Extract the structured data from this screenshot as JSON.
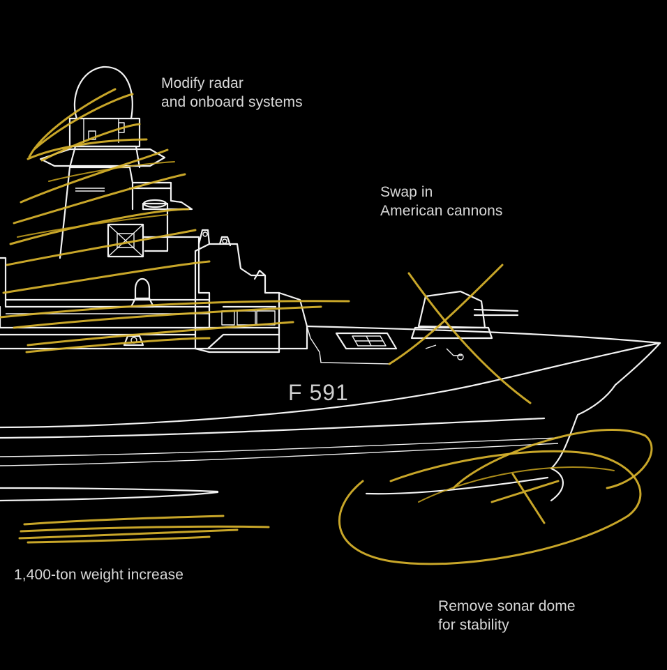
{
  "annotations": {
    "radar": [
      "Modify radar",
      "and onboard systems"
    ],
    "cannons": [
      "Swap in",
      "American cannons"
    ],
    "weight": [
      "1,400-ton weight increase"
    ],
    "sonar": [
      "Remove sonar dome",
      "for stability"
    ]
  },
  "ship": {
    "hull_number": "F 591"
  },
  "colors": {
    "background": "#000000",
    "line_art": "#f2f2f2",
    "scribble_highlight": "#d9b42c",
    "text": "#d9d9d9"
  }
}
